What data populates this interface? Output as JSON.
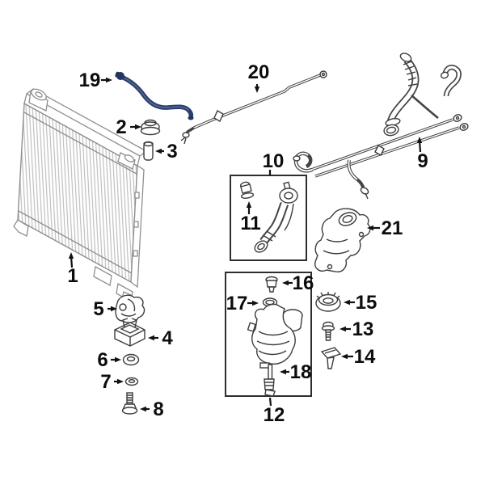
{
  "diagram": {
    "background_color": "#ffffff",
    "highlight_color": "#2b3e6d",
    "line_color": "#3c3c3c",
    "radiator_line_color": "#8f8f8f",
    "highlighted_callout": "19",
    "callouts": [
      {
        "label": "1",
        "part": "radiator",
        "highlighted": false
      },
      {
        "label": "2",
        "part": "cap",
        "highlighted": false
      },
      {
        "label": "3",
        "part": "plug",
        "highlighted": false
      },
      {
        "label": "4",
        "part": "lower-mount-insulator",
        "highlighted": false
      },
      {
        "label": "5",
        "part": "mount-bracket",
        "highlighted": false
      },
      {
        "label": "6",
        "part": "grommet",
        "highlighted": false
      },
      {
        "label": "7",
        "part": "washer",
        "highlighted": false
      },
      {
        "label": "8",
        "part": "mount-bolt",
        "highlighted": false
      },
      {
        "label": "9",
        "part": "coolant-hose-assembly",
        "highlighted": false
      },
      {
        "label": "10",
        "part": "water-outlet-pipe-kit",
        "highlighted": false,
        "boxed": true
      },
      {
        "label": "11",
        "part": "temperature-sensor",
        "highlighted": false
      },
      {
        "label": "12",
        "part": "coolant-reservoir-kit",
        "highlighted": false,
        "boxed": true
      },
      {
        "label": "13",
        "part": "reservoir-bolt",
        "highlighted": false
      },
      {
        "label": "14",
        "part": "retainer-clip",
        "highlighted": false
      },
      {
        "label": "15",
        "part": "pressure-cap",
        "highlighted": false
      },
      {
        "label": "16",
        "part": "bleed-screw",
        "highlighted": false
      },
      {
        "label": "17",
        "part": "o-ring-seal",
        "highlighted": false
      },
      {
        "label": "18",
        "part": "level-sensor",
        "highlighted": false
      },
      {
        "label": "19",
        "part": "overflow-hose",
        "highlighted": true
      },
      {
        "label": "20",
        "part": "overflow-pipe",
        "highlighted": false
      },
      {
        "label": "21",
        "part": "water-outlet-connector",
        "highlighted": false
      }
    ]
  }
}
